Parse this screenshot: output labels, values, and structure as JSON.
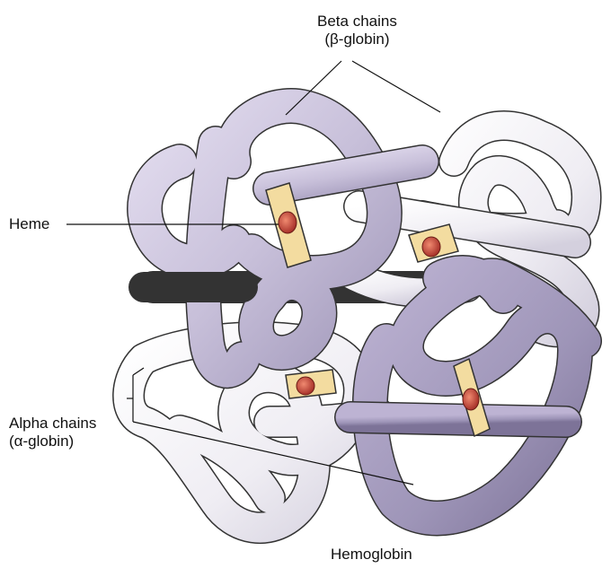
{
  "labels": {
    "beta_line1": "Beta chains",
    "beta_line2": "(β-globin)",
    "heme": "Heme",
    "alpha_line1": "Alpha chains",
    "alpha_line2": "(α-globin)",
    "caption": "Hemoglobin"
  },
  "colors": {
    "beta_chain": "#c8c0da",
    "beta_chain_dark": "#9f96b8",
    "alpha_chain": "#f1eff5",
    "alpha_chain_shade": "#d9d5e2",
    "heme_plate": "#f3dca0",
    "heme_iron": "#c0463a",
    "outline": "#2a2a2a"
  }
}
